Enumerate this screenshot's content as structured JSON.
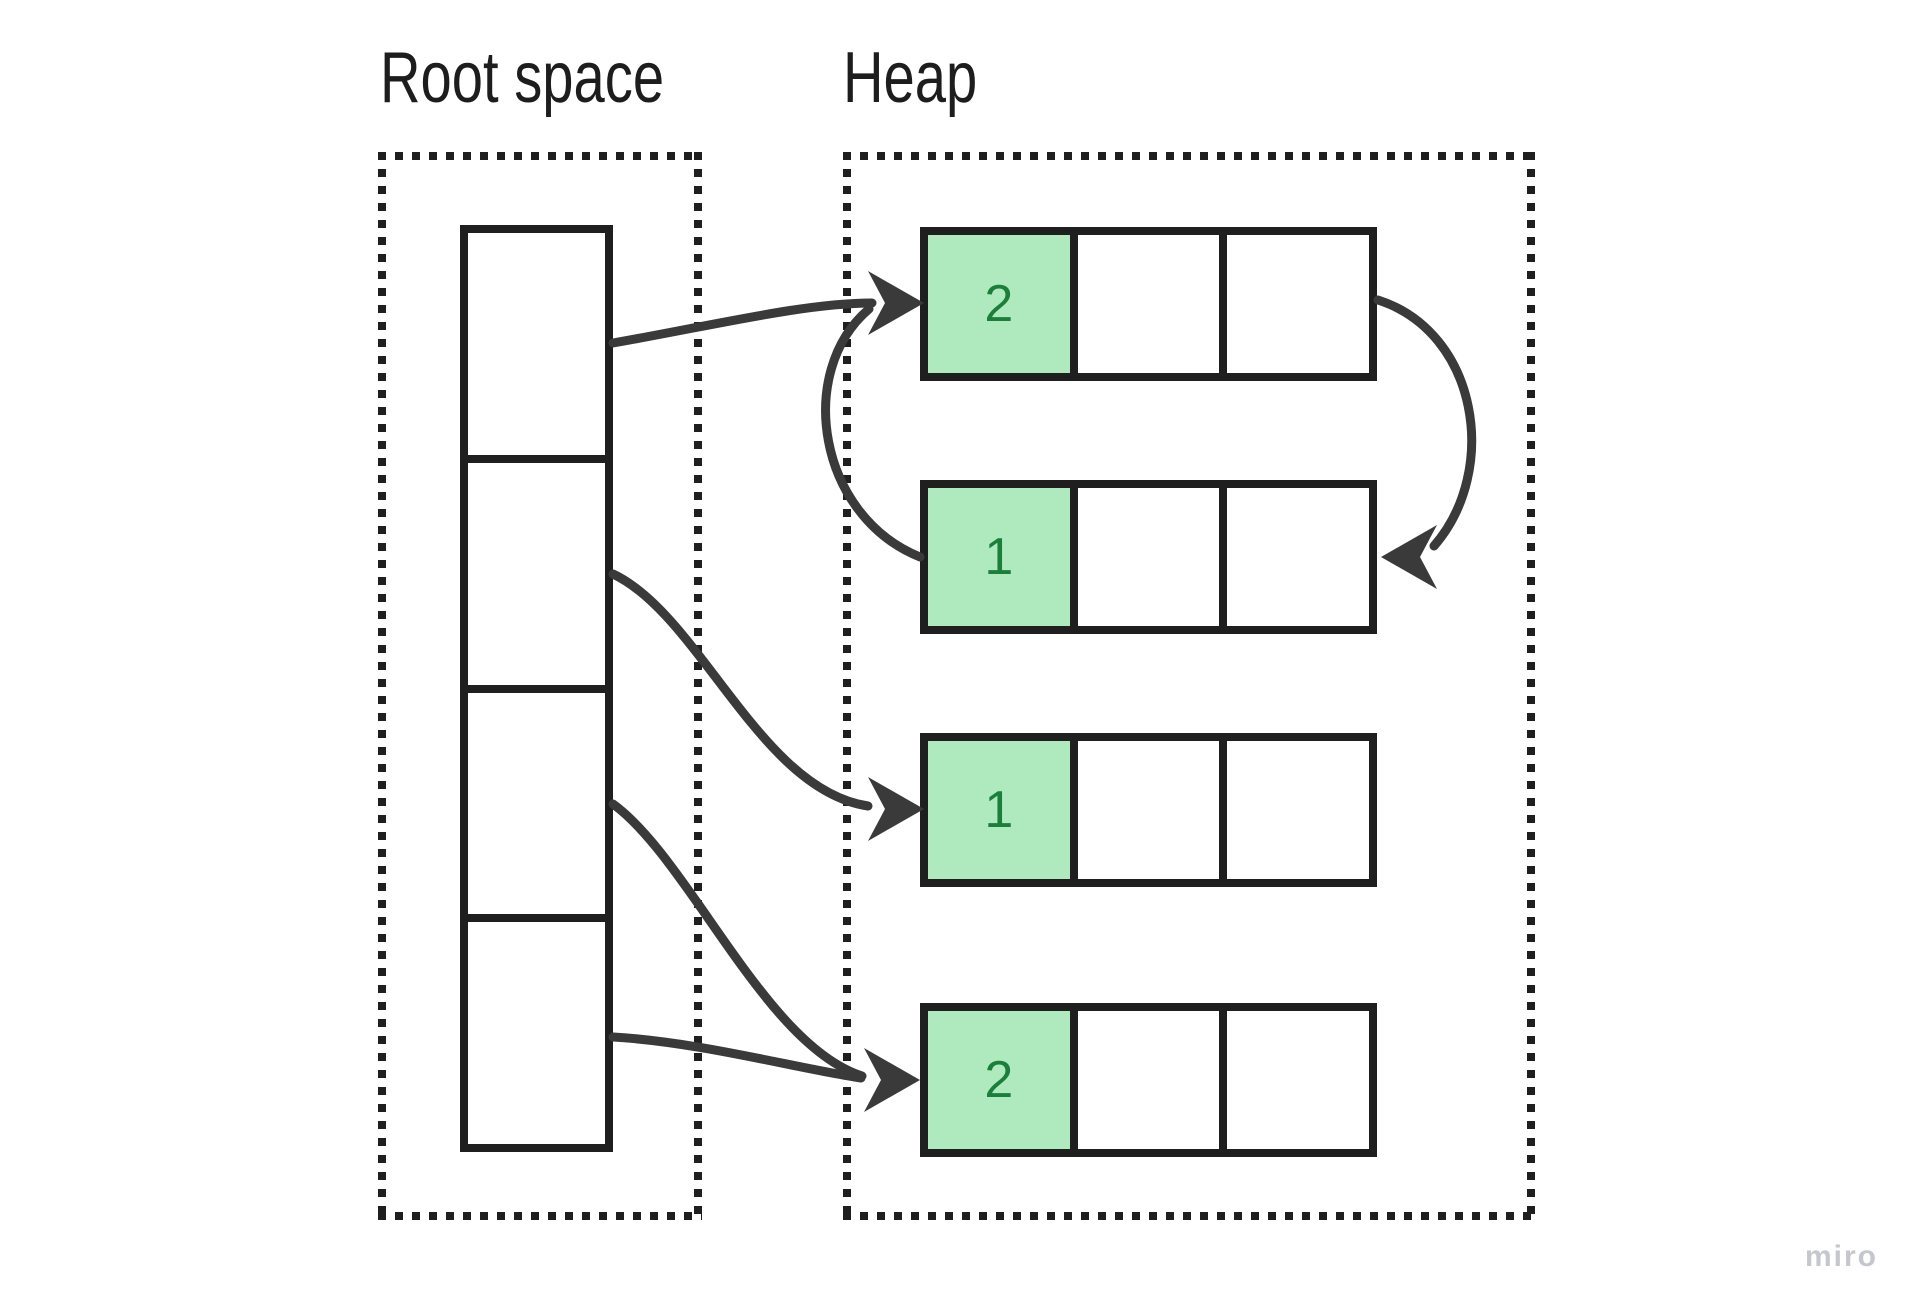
{
  "labels": {
    "root_space": "Root space",
    "heap": "Heap"
  },
  "root_space": {
    "cells": [
      "",
      "",
      "",
      ""
    ]
  },
  "heap": {
    "objects": [
      {
        "refcount": "2",
        "cells": [
          "2",
          "",
          ""
        ]
      },
      {
        "refcount": "1",
        "cells": [
          "1",
          "",
          ""
        ]
      },
      {
        "refcount": "1",
        "cells": [
          "1",
          "",
          ""
        ]
      },
      {
        "refcount": "2",
        "cells": [
          "2",
          "",
          ""
        ]
      }
    ]
  },
  "arrows": [
    {
      "from": "root-cell-1",
      "to": "heap-object-1"
    },
    {
      "from": "heap-object-2",
      "to": "heap-object-1"
    },
    {
      "from": "heap-object-1",
      "to": "heap-object-2"
    },
    {
      "from": "root-cell-2",
      "to": "heap-object-3"
    },
    {
      "from": "root-cell-3",
      "to": "heap-object-4"
    },
    {
      "from": "root-cell-4",
      "to": "heap-object-4"
    }
  ],
  "watermark": {
    "text": "miro"
  },
  "colors": {
    "background": "#ffffff",
    "border": "#1f1f1f",
    "arrow": "#3a3a3a",
    "refcount_cell_bg": "#afeabf",
    "refcount_text": "#1b7e3a",
    "label_text": "#1d1d1d",
    "watermark_text": "#c5c6ce"
  }
}
